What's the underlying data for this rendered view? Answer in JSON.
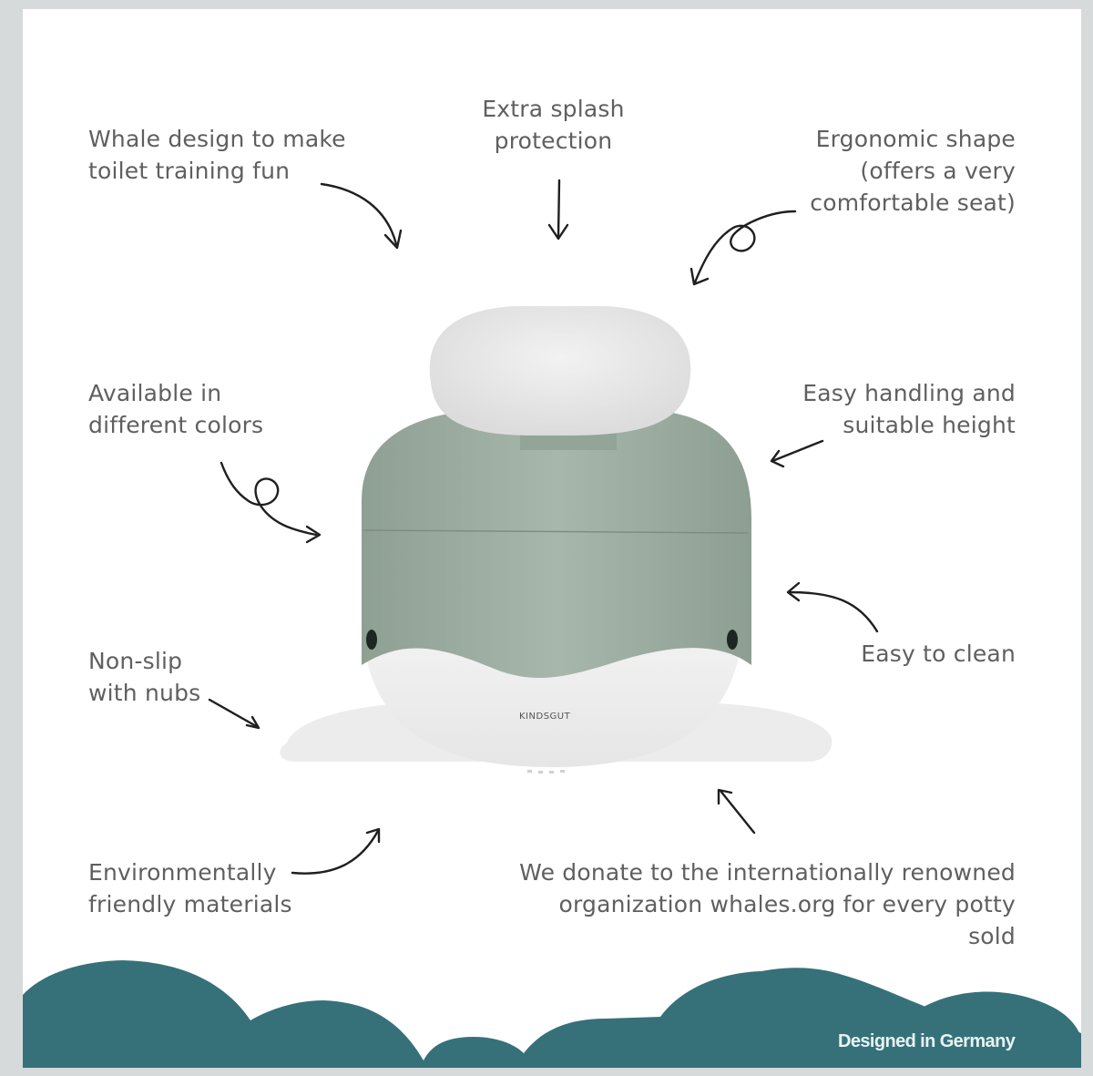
{
  "features": {
    "whale_design": "Whale design to make\ntoilet training fun",
    "splash": "Extra splash\nprotection",
    "ergonomic": "Ergonomic shape\n(offers a very\ncomfortable seat)",
    "colors": "Available in\ndifferent colors",
    "handling": "Easy handling and\nsuitable height",
    "clean": "Easy to clean",
    "non_slip": "Non-slip\nwith nubs",
    "eco": "Environmentally\nfriendly materials",
    "donate": "We donate to the internationally renowned\norganization whales.org for every potty sold"
  },
  "product": {
    "brand_mark": "KINDSGUT",
    "body_color": "#9aab9f",
    "base_color": "#efefef"
  },
  "footer": {
    "text": "Designed in Germany",
    "wave_color": "#36717a"
  }
}
